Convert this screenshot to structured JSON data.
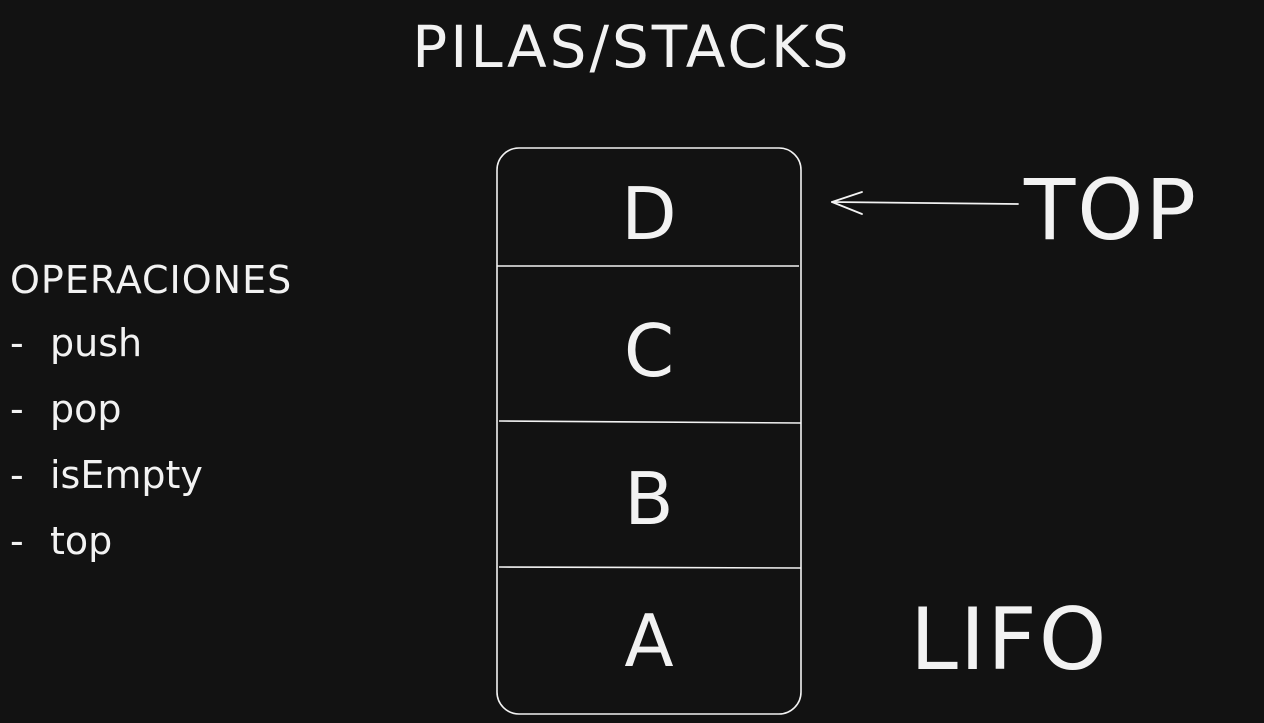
{
  "title": "PILAS/STACKS",
  "operations": {
    "heading": "OPERACIONES",
    "bullet": "-",
    "items": [
      "push",
      "pop",
      "isEmpty",
      "top"
    ]
  },
  "stack": {
    "cells": [
      "D",
      "C",
      "B",
      "A"
    ]
  },
  "pointer_label": "TOP",
  "principle_label": "LIFO",
  "colors": {
    "background": "#121212",
    "foreground": "#f2f2f2"
  }
}
